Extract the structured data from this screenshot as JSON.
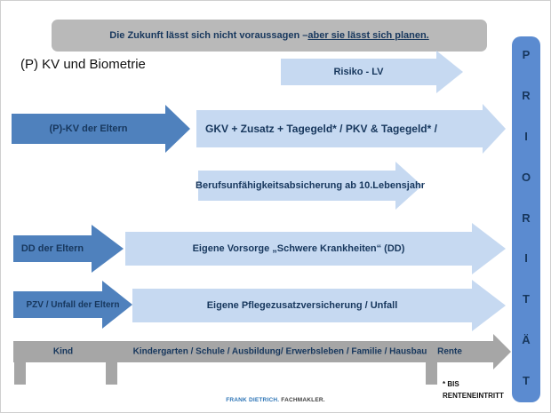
{
  "banner": {
    "text_normal": "Die Zukunft lässt sich nicht voraussagen – ",
    "text_underlined": "aber sie lässt sich planen."
  },
  "title": "(P) KV und Biometrie",
  "arrows": {
    "risiko": {
      "label": "Risiko - LV"
    },
    "pkv_eltern": {
      "label": "(P)-KV der Eltern"
    },
    "gkv": {
      "label": "GKV + Zusatz + Tagegeld* / PKV & Tagegeld* /"
    },
    "bu": {
      "label": "Berufsunfähigkeitsabsicherung ab 10.Lebensjahr"
    },
    "dd_eltern": {
      "label": "DD der Eltern"
    },
    "vorsorge": {
      "label": "Eigene Vorsorge „Schwere Krankheiten“ (DD)"
    },
    "pzv_eltern": {
      "label": "PZV / Unfall der Eltern"
    },
    "pflege": {
      "label": "Eigene Pflegezusatzversicherung / Unfall"
    }
  },
  "timeline": {
    "kind": "Kind",
    "middle": "Kindergarten / Schule / Ausbildung/ Erwerbsleben / Familie / Hausbau",
    "rente": "Rente"
  },
  "priority": {
    "word": "PRIORITÄT",
    "letters": [
      "P",
      "R",
      "I",
      "O",
      "R",
      "I",
      "T",
      "Ä",
      "T"
    ]
  },
  "footnote": "* BIS\nRENTENEINTRITT",
  "footer": {
    "brand": "FRANK DIETRICH.",
    "suffix": " FACHMAKLER."
  },
  "colors": {
    "dark_arrow_blue": "#4f81bd",
    "light_arrow_blue": "#c6d9f1",
    "priority_bar_blue": "#5b8bd0",
    "timeline_gray": "#a6a6a6",
    "banner_gray": "#b9b9b9",
    "text_navy": "#17375d",
    "brand_blue": "#2e75b6"
  }
}
